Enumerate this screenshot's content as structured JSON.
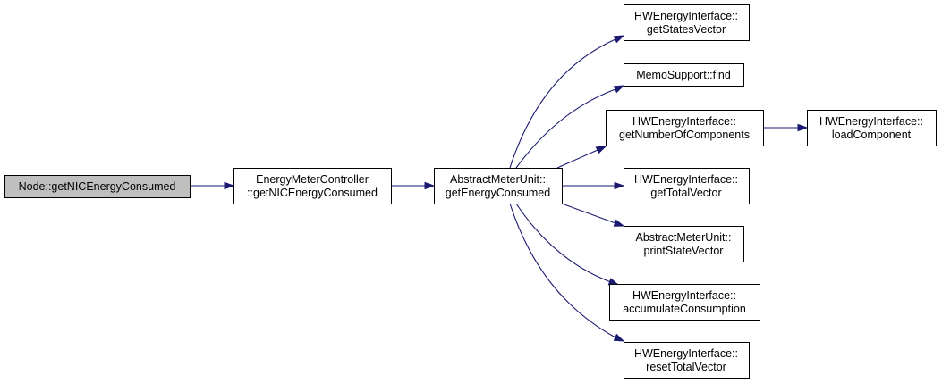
{
  "colors": {
    "edge": "#191970",
    "current_node_fill": "#bfbfbf",
    "node_fill": "#ffffff",
    "node_border": "#000000"
  },
  "graph": {
    "nodes": [
      {
        "id": "node_getnic",
        "lines": [
          "Node::getNICEnergyConsumed"
        ],
        "current": true
      },
      {
        "id": "emc_getnic",
        "lines": [
          "EnergyMeterController",
          "::getNICEnergyConsumed"
        ]
      },
      {
        "id": "amu_getenergy",
        "lines": [
          "AbstractMeterUnit::",
          "getEnergyConsumed"
        ]
      },
      {
        "id": "hwei_getstates",
        "lines": [
          "HWEnergyInterface::",
          "getStatesVector"
        ]
      },
      {
        "id": "memo_find",
        "lines": [
          "MemoSupport::find"
        ]
      },
      {
        "id": "hwei_getnumcomp",
        "lines": [
          "HWEnergyInterface::",
          "getNumberOfComponents"
        ]
      },
      {
        "id": "hwei_loadcomp",
        "lines": [
          "HWEnergyInterface::",
          "loadComponent"
        ]
      },
      {
        "id": "hwei_gettotal",
        "lines": [
          "HWEnergyInterface::",
          "getTotalVector"
        ]
      },
      {
        "id": "amu_printstate",
        "lines": [
          "AbstractMeterUnit::",
          "printStateVector"
        ]
      },
      {
        "id": "hwei_accumulate",
        "lines": [
          "HWEnergyInterface::",
          "accumulateConsumption"
        ]
      },
      {
        "id": "hwei_resettotal",
        "lines": [
          "HWEnergyInterface::",
          "resetTotalVector"
        ]
      }
    ],
    "edges": [
      {
        "from": "node_getnic",
        "to": "emc_getnic"
      },
      {
        "from": "emc_getnic",
        "to": "amu_getenergy"
      },
      {
        "from": "amu_getenergy",
        "to": "hwei_getstates"
      },
      {
        "from": "amu_getenergy",
        "to": "memo_find"
      },
      {
        "from": "amu_getenergy",
        "to": "hwei_getnumcomp"
      },
      {
        "from": "amu_getenergy",
        "to": "hwei_gettotal"
      },
      {
        "from": "amu_getenergy",
        "to": "amu_printstate"
      },
      {
        "from": "amu_getenergy",
        "to": "hwei_accumulate"
      },
      {
        "from": "amu_getenergy",
        "to": "hwei_resettotal"
      },
      {
        "from": "hwei_getnumcomp",
        "to": "hwei_loadcomp"
      }
    ]
  }
}
